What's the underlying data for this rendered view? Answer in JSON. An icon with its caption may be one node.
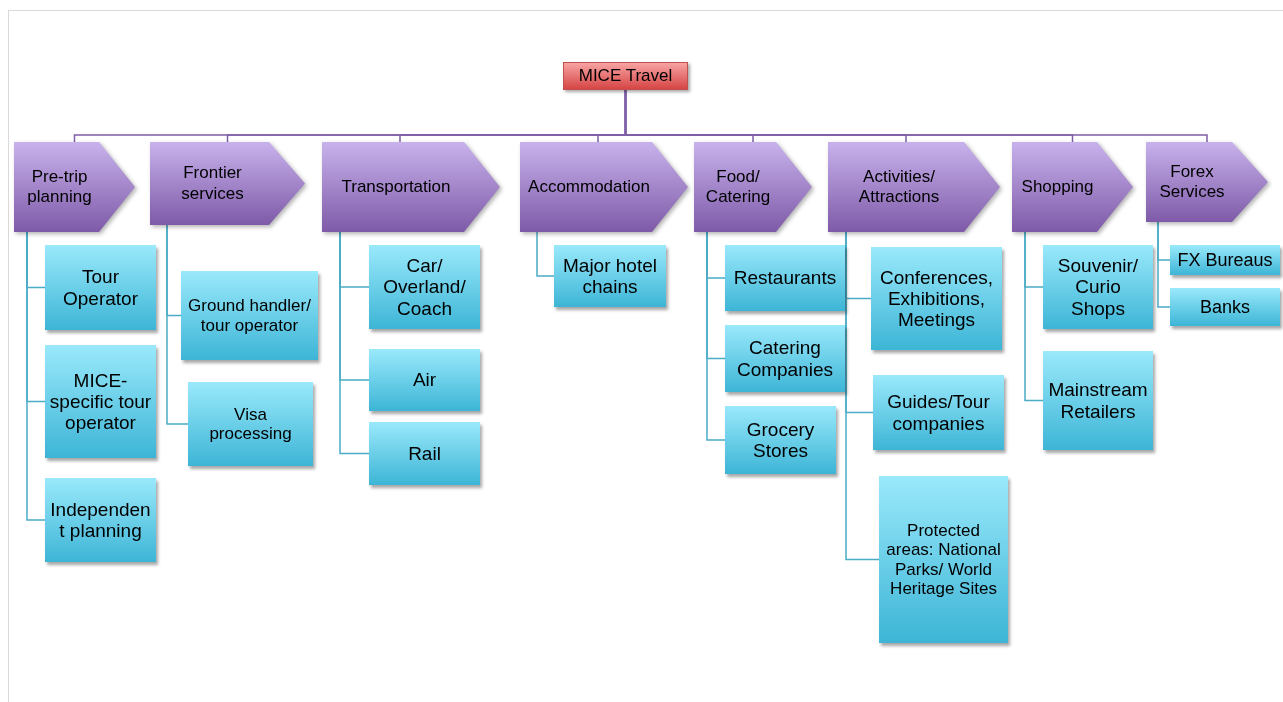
{
  "diagram": {
    "nodes": [
      {
        "text": [
          "MICE Travel"
        ]
      },
      {
        "text": [
          "Pre-trip planning"
        ]
      },
      {
        "text": [
          "Tour Operator"
        ]
      },
      {
        "text": [
          "MICE-specific tour operator"
        ]
      },
      {
        "text": [
          "Independent planning"
        ]
      },
      {
        "text": [
          "Frontier services"
        ]
      },
      {
        "text": [
          "Ground handler/ tour operator"
        ]
      },
      {
        "text": [
          "Visa processing"
        ]
      },
      {
        "text": [
          "Transportation"
        ]
      },
      {
        "text": [
          "Car/ Overland/ Coach"
        ]
      },
      {
        "text": [
          "Air"
        ]
      },
      {
        "text": [
          "Rail"
        ]
      },
      {
        "text": [
          "Accommodation"
        ]
      },
      {
        "text": [
          "Major hotel chains"
        ]
      },
      {
        "text": [
          "Food/ Catering"
        ]
      },
      {
        "text": [
          "Restaurants"
        ]
      },
      {
        "text": [
          "Catering Companies"
        ]
      },
      {
        "text": [
          "Grocery Stores"
        ]
      },
      {
        "text": [
          "Activities/ Attractions"
        ]
      },
      {
        "text": [
          "Conferences, Exhibitions, Meetings"
        ]
      },
      {
        "text": [
          "Guides/Tour companies"
        ]
      },
      {
        "text": [
          "Protected areas: National Parks/ World Heritage Sites"
        ]
      },
      {
        "text": [
          "Shopping"
        ]
      },
      {
        "text": [
          "Souvenir/ Curio Shops"
        ]
      },
      {
        "text": [
          "Mainstream Retailers"
        ]
      },
      {
        "text": [
          "Forex Services"
        ]
      },
      {
        "text": [
          "FX Bureaus"
        ]
      },
      {
        "text": [
          "Banks"
        ]
      }
    ],
    "edges": [
      {
        "from": 0,
        "to": 1,
        "arrow": "none",
        "color": "#7f5fa6"
      },
      {
        "from": 0,
        "to": 5,
        "arrow": "none",
        "color": "#7f5fa6"
      },
      {
        "from": 0,
        "to": 8,
        "arrow": "none",
        "color": "#7f5fa6"
      },
      {
        "from": 0,
        "to": 12,
        "arrow": "none",
        "color": "#7f5fa6"
      },
      {
        "from": 0,
        "to": 14,
        "arrow": "none",
        "color": "#7f5fa6"
      },
      {
        "from": 0,
        "to": 18,
        "arrow": "none",
        "color": "#7f5fa6"
      },
      {
        "from": 0,
        "to": 22,
        "arrow": "none",
        "color": "#7f5fa6"
      },
      {
        "from": 0,
        "to": 25,
        "arrow": "none",
        "color": "#7f5fa6"
      },
      {
        "from": 1,
        "to": 2,
        "arrow": "none"
      },
      {
        "from": 1,
        "to": 3,
        "arrow": "none"
      },
      {
        "from": 1,
        "to": 4,
        "arrow": "none"
      },
      {
        "from": 5,
        "to": 6,
        "arrow": "none"
      },
      {
        "from": 5,
        "to": 7,
        "arrow": "none"
      },
      {
        "from": 8,
        "to": 9,
        "arrow": "none"
      },
      {
        "from": 8,
        "to": 10,
        "arrow": "none"
      },
      {
        "from": 8,
        "to": 11,
        "arrow": "none"
      },
      {
        "from": 12,
        "to": 13,
        "arrow": "none"
      },
      {
        "from": 14,
        "to": 15,
        "arrow": "none"
      },
      {
        "from": 14,
        "to": 16,
        "arrow": "none"
      },
      {
        "from": 14,
        "to": 17,
        "arrow": "none"
      },
      {
        "from": 18,
        "to": 19,
        "arrow": "none"
      },
      {
        "from": 18,
        "to": 20,
        "arrow": "none"
      },
      {
        "from": 18,
        "to": 21,
        "arrow": "none"
      },
      {
        "from": 22,
        "to": 23,
        "arrow": "none"
      },
      {
        "from": 22,
        "to": 24,
        "arrow": "none"
      },
      {
        "from": 25,
        "to": 26,
        "arrow": "none"
      },
      {
        "from": 25,
        "to": 27,
        "arrow": "none"
      }
    ]
  }
}
